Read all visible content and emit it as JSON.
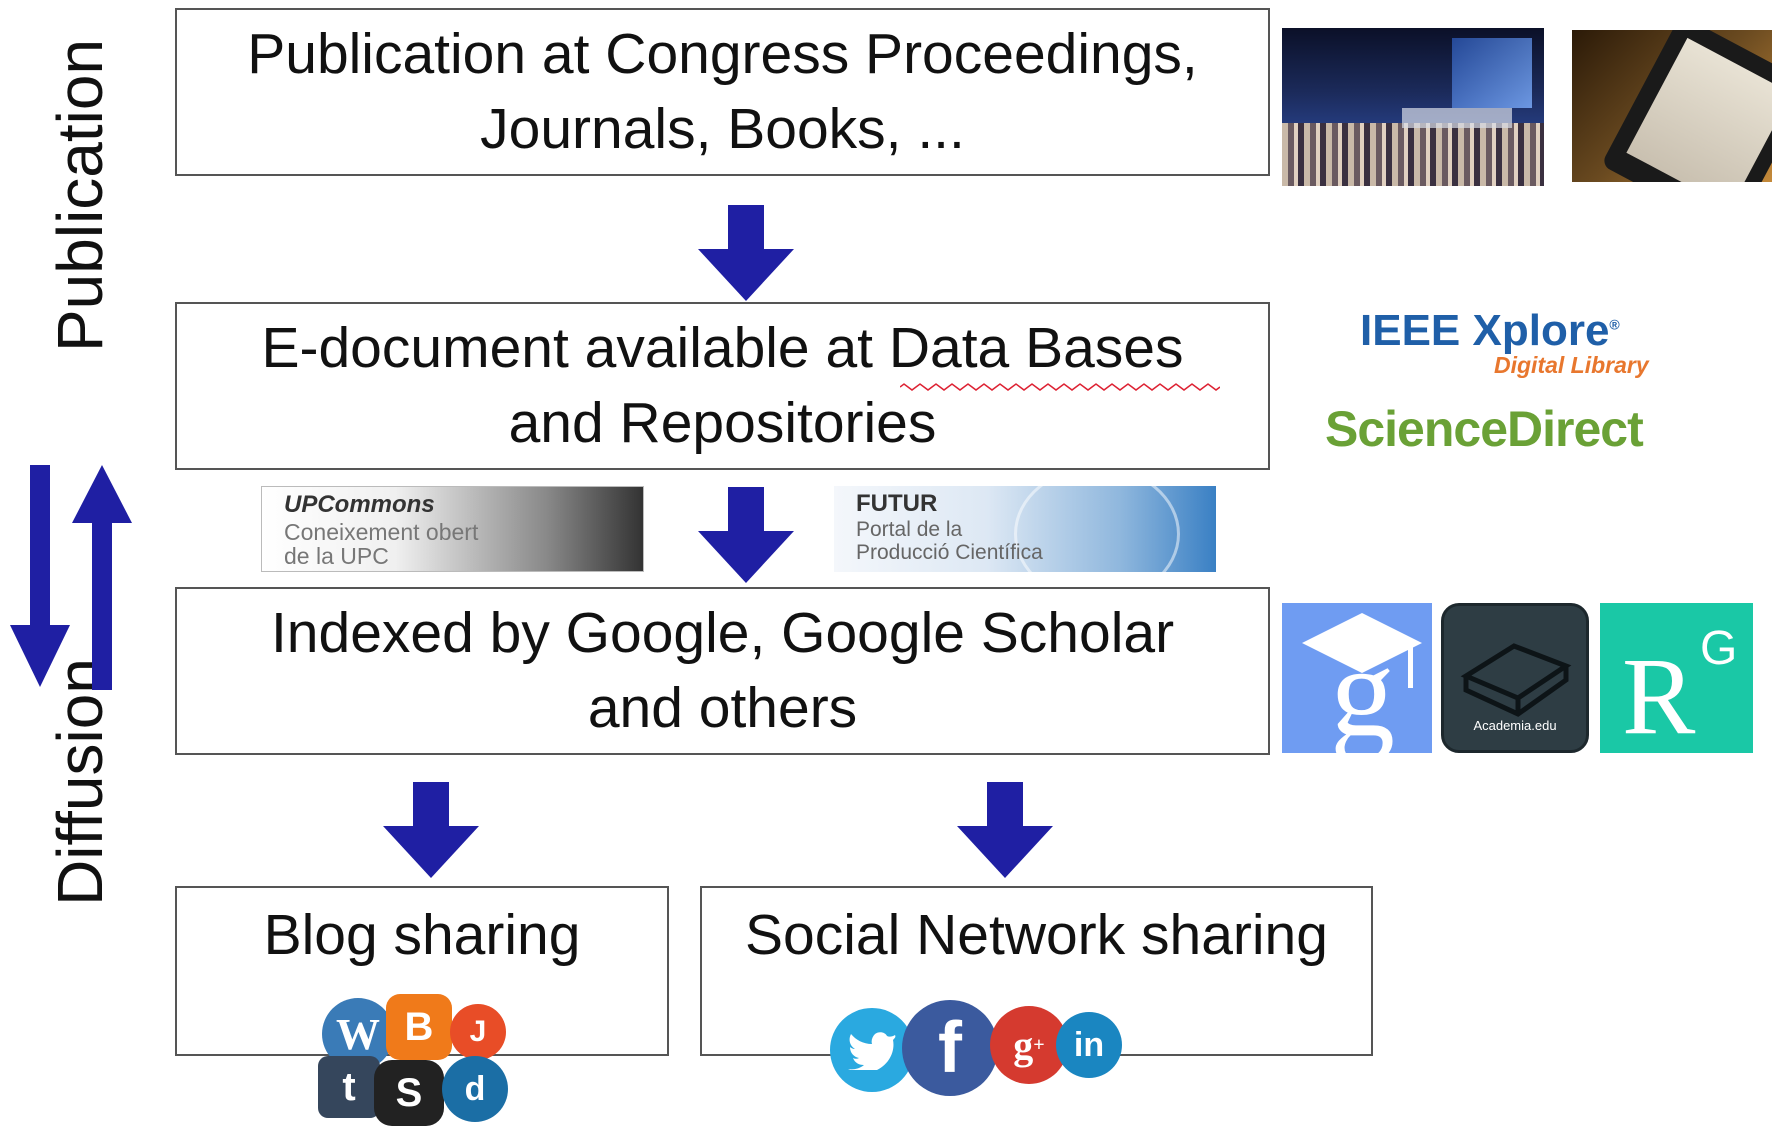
{
  "side_labels": {
    "top": "Publication",
    "bottom": "Diffusion"
  },
  "boxes": {
    "publication": "Publication at Congress Proceedings,\nJournals, Books, ...",
    "edocument": "E-document available at Data Bases\nand Repositories",
    "indexed": "Indexed by Google, Google Scholar\nand others",
    "blog": "Blog sharing",
    "social": "Social Network sharing"
  },
  "logos": {
    "ieee_main": "IEEE Xplore",
    "ieee_sub": "Digital Library",
    "sciencedirect": "ScienceDirect",
    "upcommons_title": "UPCommons",
    "upcommons_line1": "Coneixement obert",
    "upcommons_line2": "de la UPC",
    "futur_title": "FUTUR",
    "futur_line1": "Portal de la",
    "futur_line2": "Producció Científica",
    "academia": "Academia.edu",
    "researchgate": "R",
    "researchgate_sup": "G"
  },
  "colors": {
    "arrow": "#1f1fa3",
    "ieee_blue": "#1f5fa8",
    "ieee_orange": "#e8772e",
    "sciencedirect_green": "#6aa136",
    "scholar_blue": "#6f9cf2",
    "academia_dark": "#2e3d44",
    "researchgate_teal": "#1ac8a6"
  }
}
